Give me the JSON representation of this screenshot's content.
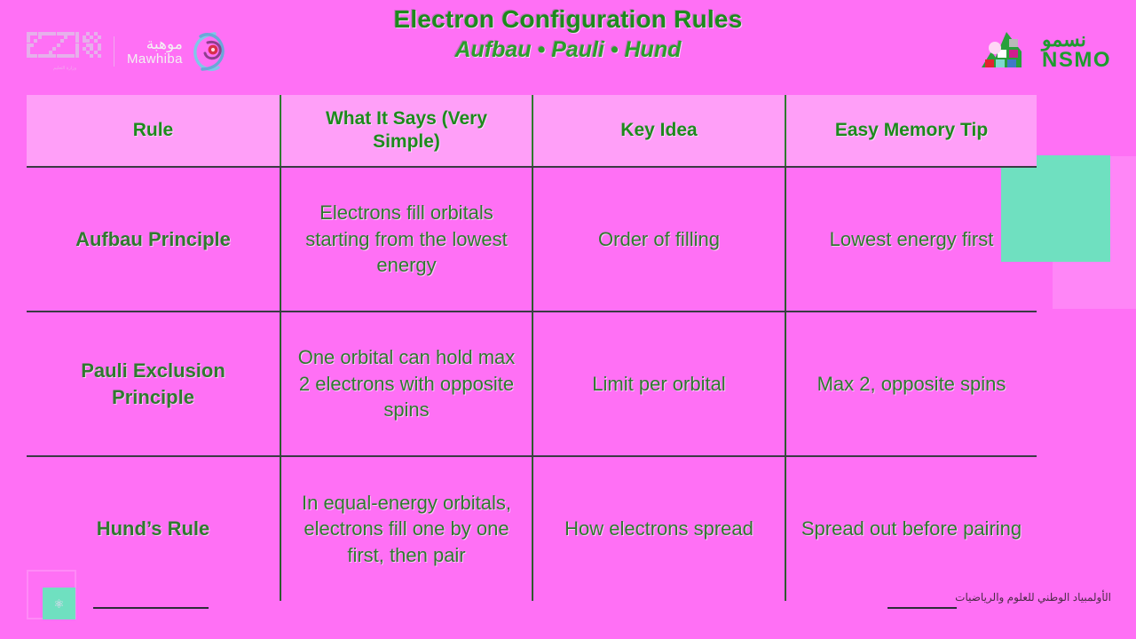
{
  "header": {
    "title_main": "Electron Configuration Rules",
    "title_sub": "Aufbau • Pauli • Hund",
    "logo_left": {
      "arabic": "موهبة",
      "latin": "Mawhiba",
      "ministry_arabic": "وزارة التعليم",
      "ministry_latin": "Ministry of Education"
    },
    "logo_right": {
      "arabic": "نسمو",
      "latin": "NSMO"
    }
  },
  "table": {
    "columns": [
      "Rule",
      "What It Says (Very Simple)",
      "Key Idea",
      "Easy Memory Tip"
    ],
    "rows": [
      {
        "rule": "Aufbau Principle",
        "says": "Electrons fill orbitals starting from the lowest energy",
        "key_idea": "Order of filling",
        "memory_tip": "Lowest energy first"
      },
      {
        "rule": "Pauli Exclusion Principle",
        "says": "One orbital can hold max 2 electrons with opposite spins",
        "key_idea": "Limit per orbital",
        "memory_tip": "Max 2, opposite spins"
      },
      {
        "rule": "Hund’s Rule",
        "says": "In equal-energy orbitals, electrons fill one by one first, then pair",
        "key_idea": "How electrons spread",
        "memory_tip": "Spread out before pairing"
      }
    ]
  },
  "footer": {
    "arabic": "الأولمبياد الوطني للعلوم والرياضيات"
  },
  "decor": {
    "badge_glyph": "⚛",
    "colors": {
      "background": "#ff70f5",
      "header_row": "#ff9ff8",
      "text_green": "#2f7a2f",
      "title_green": "#1d8a1d",
      "teal_block": "#6fe0c0",
      "nsmo_green": "#1d9b2e"
    }
  }
}
